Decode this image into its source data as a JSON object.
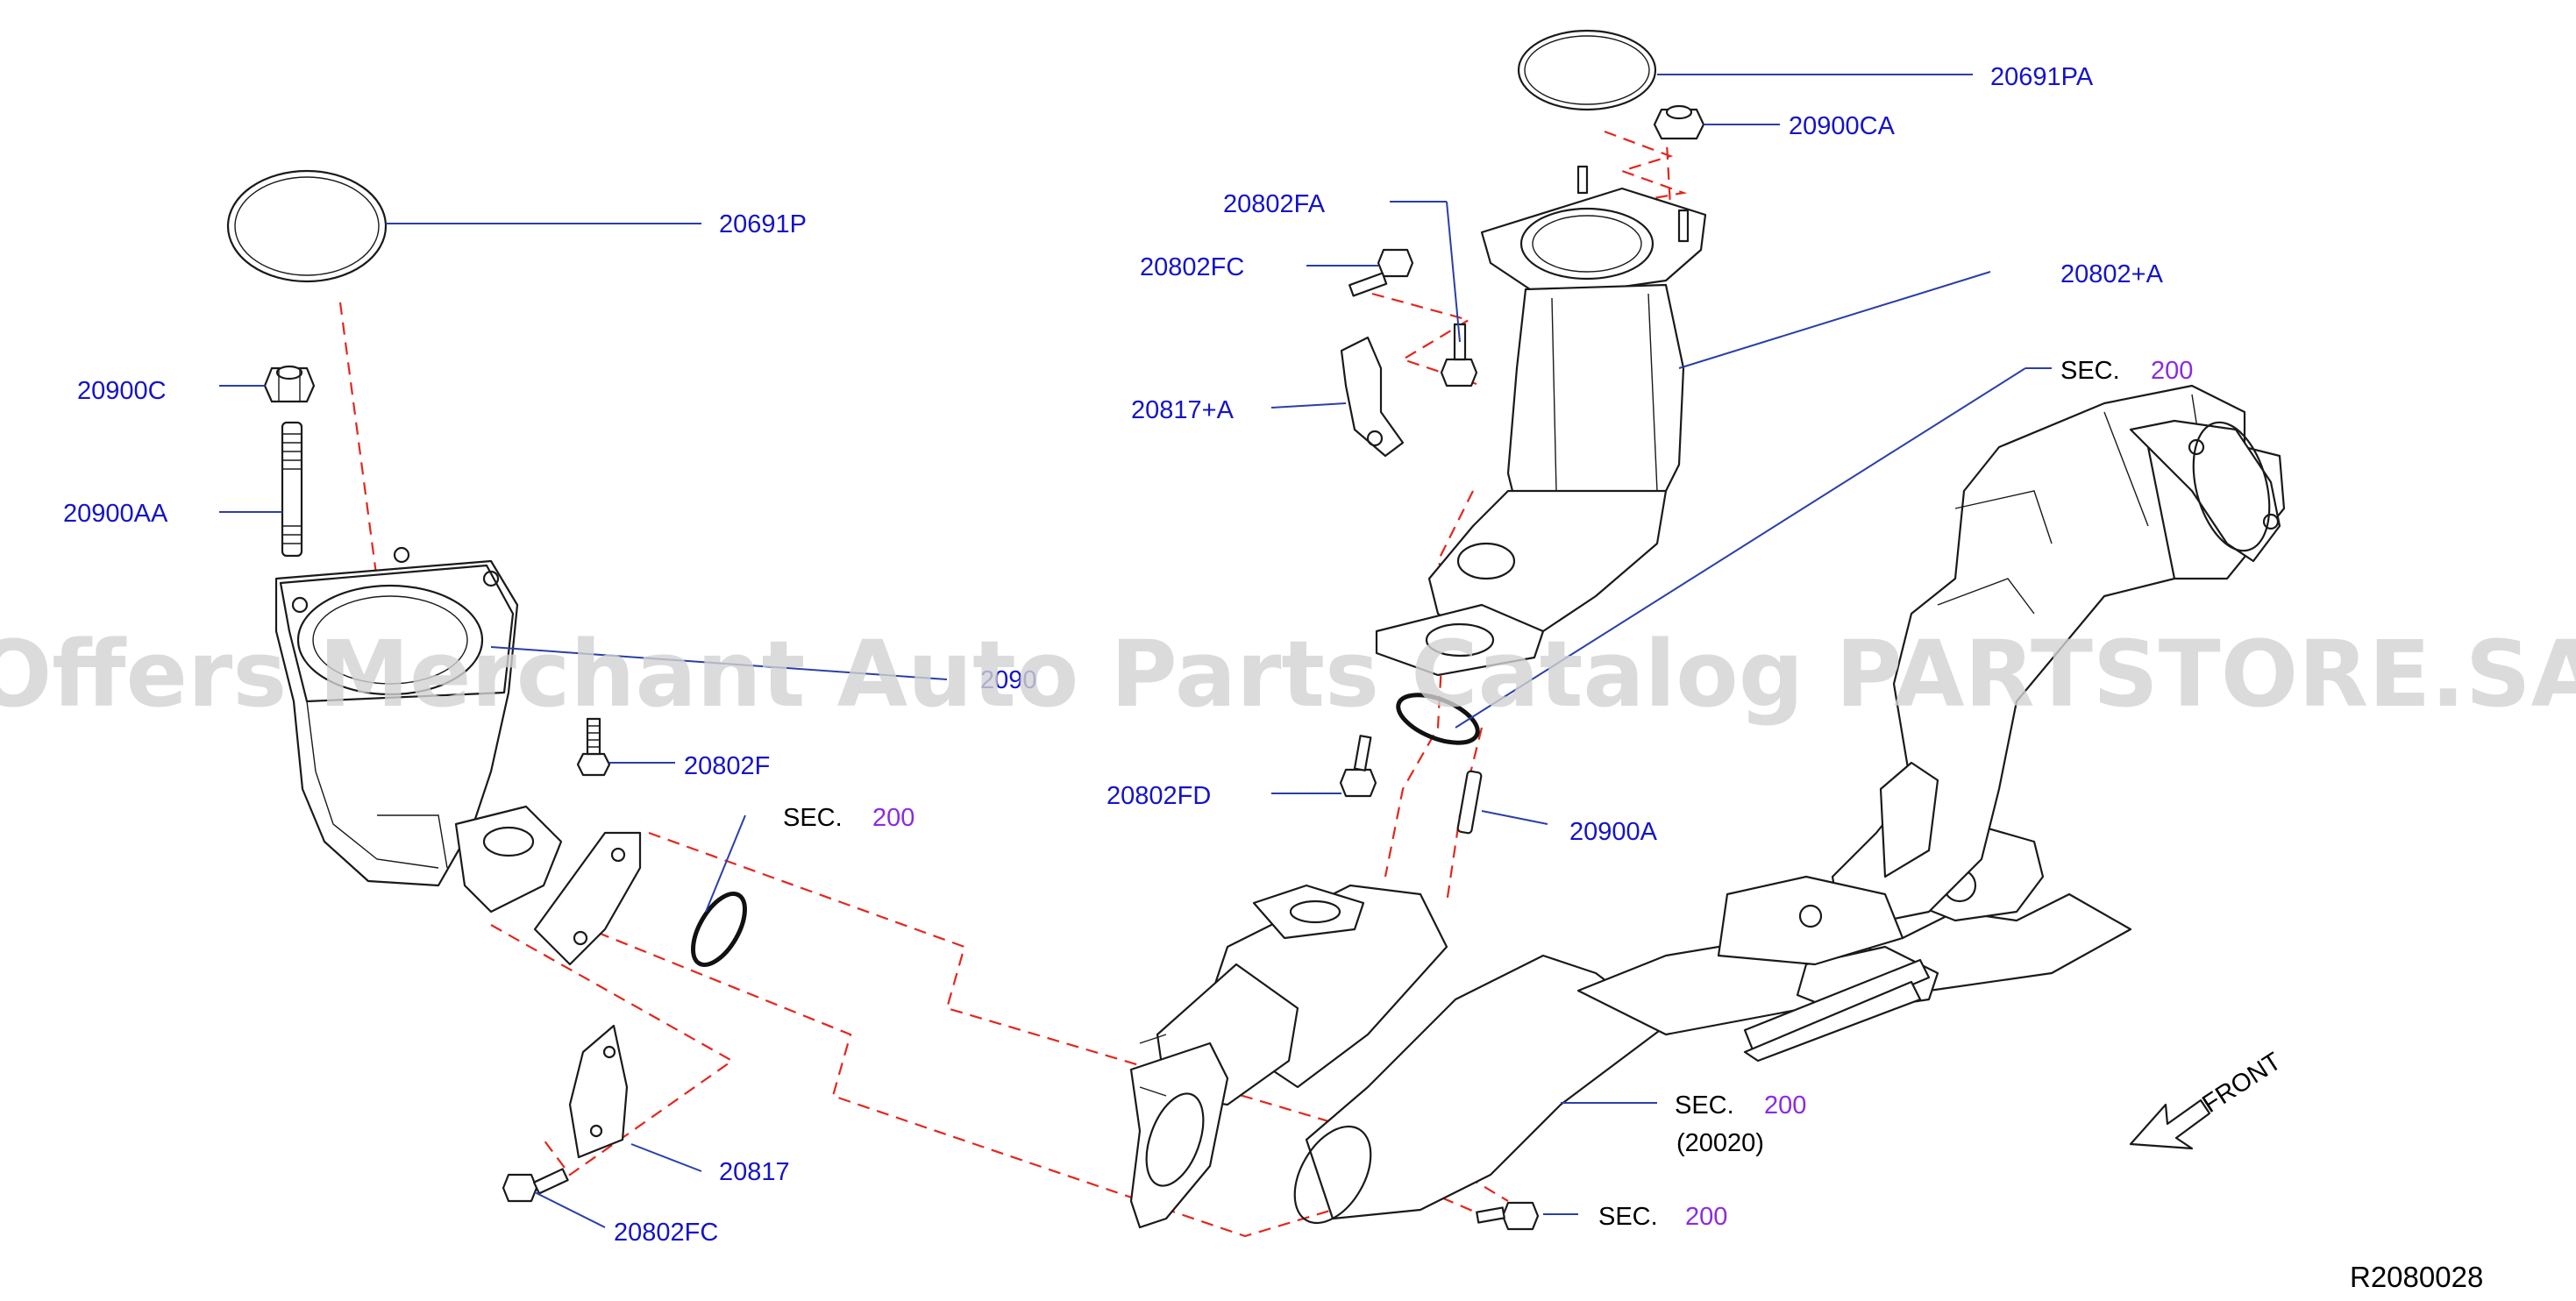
{
  "diagram": {
    "watermark": "Offers Merchant Auto Parts Catalog PARTSTORE.SA",
    "reference_code": "R2080028",
    "direction_label": "FRONT",
    "colors": {
      "part_number": "#1414c8",
      "section_number": "#8a2be2",
      "assembly_path": "#e4261c"
    },
    "labels": {
      "p20691P": "20691P",
      "p20900C": "20900C",
      "p20900AA": "20900AA",
      "p20900_partial": "2090",
      "p20802F": "20802F",
      "p20817": "20817",
      "p20802FC_left": "20802FC",
      "p20691PA": "20691PA",
      "p20900CA": "20900CA",
      "p20802FA": "20802FA",
      "p20802FC_right": "20802FC",
      "p20802A": "20802+A",
      "p20817A": "20817+A",
      "p20802FD": "20802FD",
      "p20900A": "20900A"
    },
    "sections": {
      "sec_left": {
        "prefix": "SEC.",
        "number": "200"
      },
      "sec_top_right": {
        "prefix": "SEC.",
        "number": "200"
      },
      "sec_main": {
        "prefix": "SEC.",
        "number": "200",
        "sub": "(20020)"
      },
      "sec_bottom": {
        "prefix": "SEC.",
        "number": "200"
      }
    }
  }
}
